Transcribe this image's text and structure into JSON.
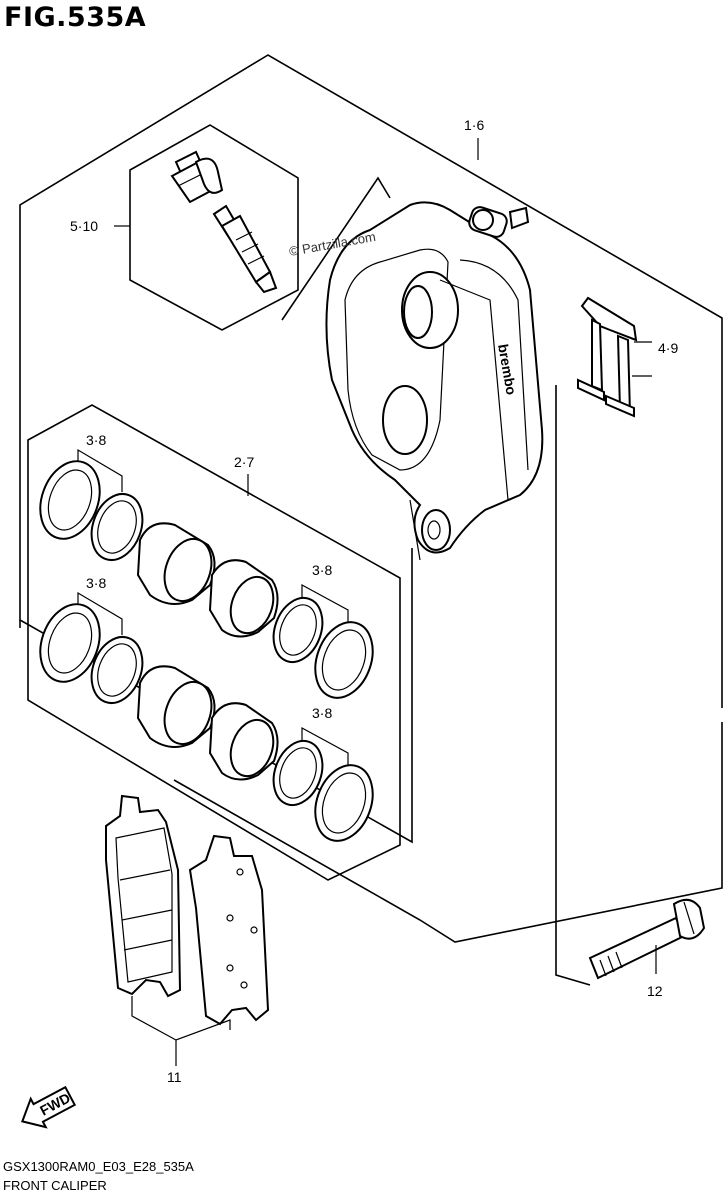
{
  "figure": {
    "title": "FIG.535A"
  },
  "footer": {
    "code": "GSX1300RAM0_E03_E28_535A",
    "caption": "FRONT CALIPER"
  },
  "watermark": {
    "text": "© Partzilla.com"
  },
  "fwd_badge": {
    "text": "FWD"
  },
  "callouts": {
    "caliper_assy": "1·6",
    "bleeder_kit": "5·10",
    "pad_spring": "4·9",
    "piston_set": "2·7",
    "seal_set_1": "3·8",
    "seal_set_2": "3·8",
    "seal_set_3": "3·8",
    "seal_set_4": "3·8",
    "pad_set": "11",
    "mounting_bolt": "12"
  },
  "brand_mark": "brembo"
}
